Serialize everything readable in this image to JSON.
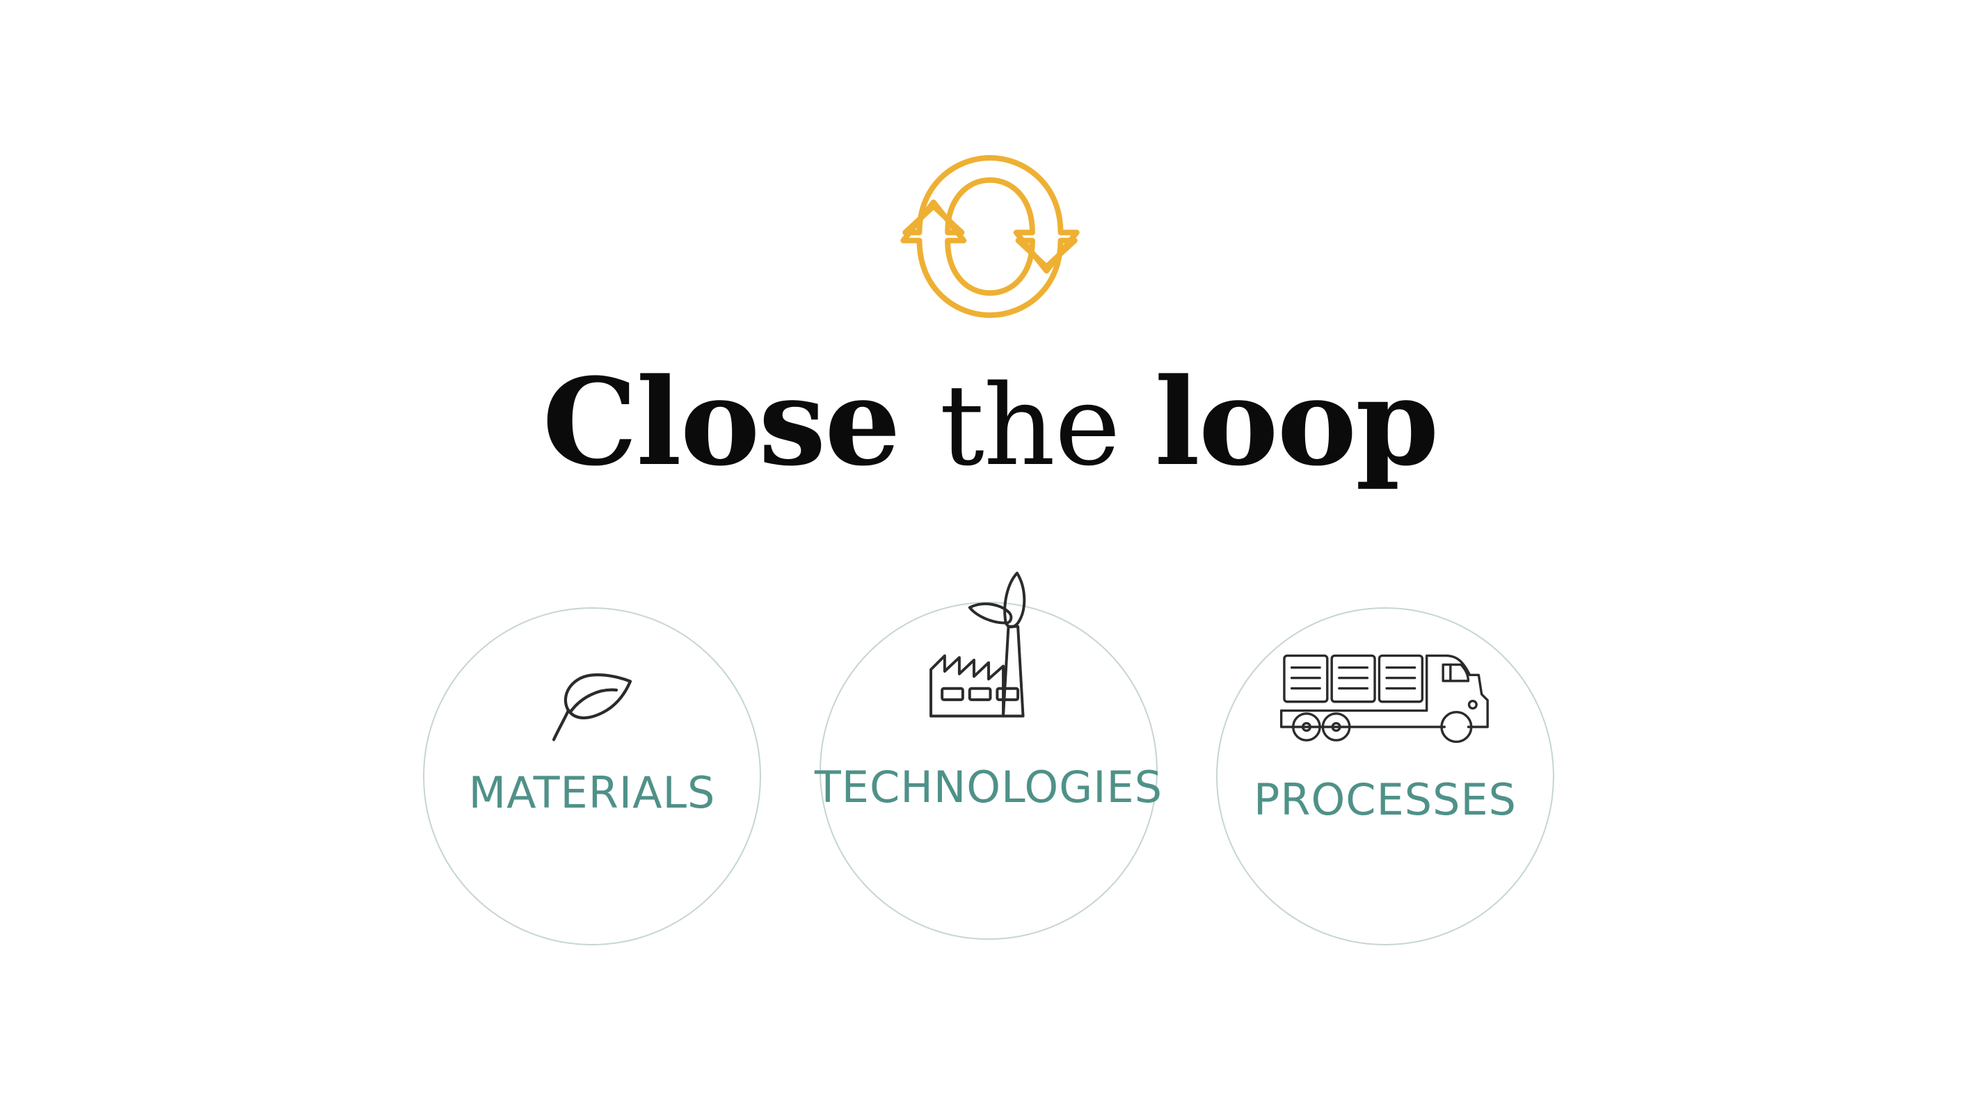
{
  "page": {
    "background_color": "#ffffff",
    "headline": {
      "part1": "Close",
      "part2": "the",
      "part3": "loop",
      "color": "#0b0b0b"
    },
    "hero_icon": {
      "name": "recycling-loop-icon",
      "color": "#eeb033"
    },
    "colors": {
      "accent_amber": "#eeb033",
      "label_teal": "#4f9188",
      "circle_border": "#c6d6d2",
      "icon_stroke": "#2b2b2b"
    },
    "pillars": [
      {
        "label": "MATERIALS",
        "icon": "leaf-icon"
      },
      {
        "label": "TECHNOLOGIES",
        "icon": "factory-with-leaves-icon"
      },
      {
        "label": "PROCESSES",
        "icon": "delivery-truck-icon"
      }
    ]
  }
}
